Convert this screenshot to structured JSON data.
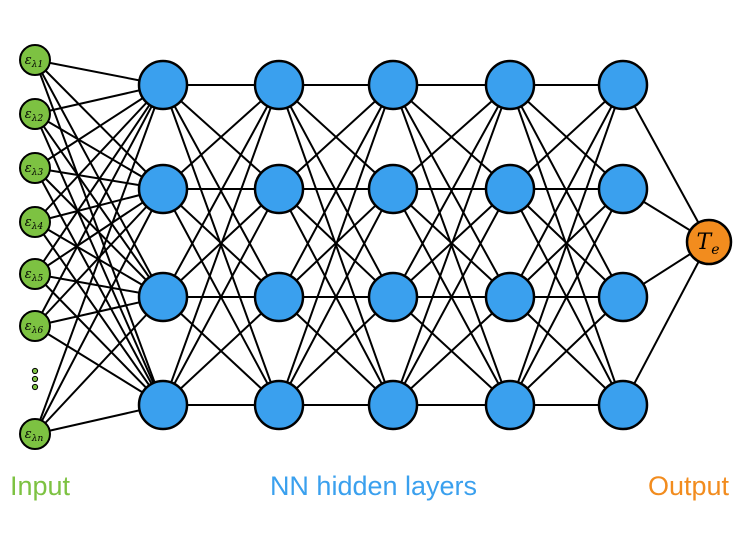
{
  "input_layer": {
    "labels": [
      "ε",
      "ε",
      "ε",
      "ε",
      "ε",
      "ε",
      "ε"
    ],
    "subscripts": [
      "λ1",
      "λ2",
      "λ3",
      "λ4",
      "λ5",
      "λ6",
      "λn"
    ],
    "color": "#7dc242",
    "ellipsis": "⋮"
  },
  "hidden_layers": {
    "count": 5,
    "nodes_per_layer": 4,
    "color": "#3aa0ee"
  },
  "output_node": {
    "label": "T",
    "subscript": "e",
    "color": "#f28c1e"
  },
  "captions": {
    "input": "Input",
    "input_color": "#7dc242",
    "hidden": "NN hidden layers",
    "hidden_color": "#3aa0ee",
    "output": "Output",
    "output_color": "#f28c1e"
  }
}
